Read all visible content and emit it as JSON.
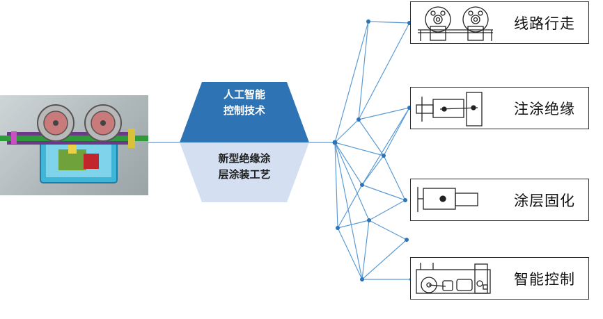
{
  "hexagon": {
    "top_lines": [
      "人工智能",
      "控制技术"
    ],
    "bottom_lines": [
      "新型绝缘涂",
      "层涂装工艺"
    ],
    "top_color": "#2e74b5",
    "bottom_color": "#d4e0f1"
  },
  "boxes": [
    {
      "label": "线路行走",
      "icon": "dual-wheel-trolley-icon"
    },
    {
      "label": "注涂绝缘",
      "icon": "injection-cylinder-icon"
    },
    {
      "label": "涂层固化",
      "icon": "curing-cylinder-icon"
    },
    {
      "label": "智能控制",
      "icon": "control-unit-icon"
    }
  ],
  "network_color": "#5b9bd5"
}
